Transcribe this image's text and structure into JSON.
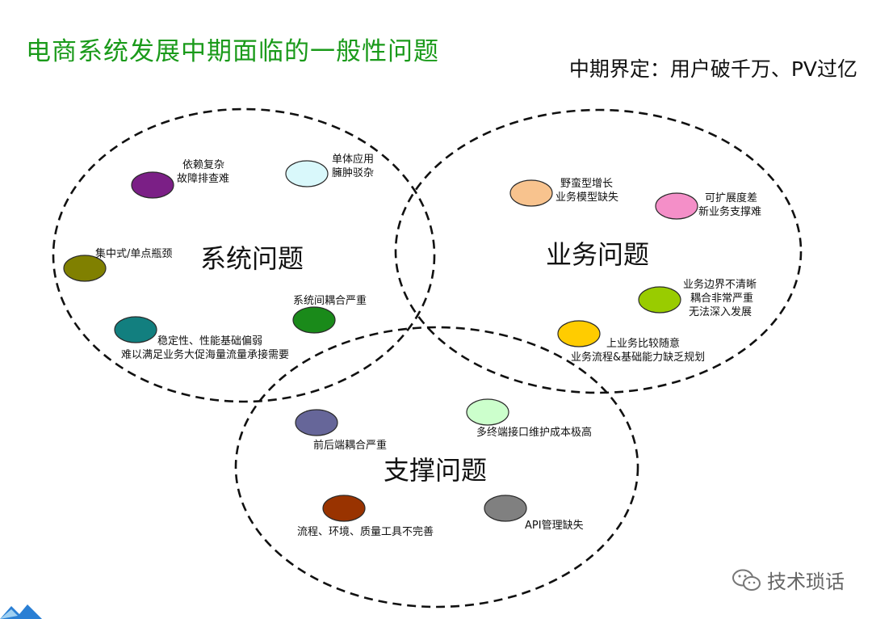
{
  "title": "电商系统发展中期面临的一般性问题",
  "subtitle": "中期界定：用户破千万、PV过亿",
  "watermark": "技术琐话",
  "groups": [
    {
      "id": "system",
      "label": "系统问题"
    },
    {
      "id": "business",
      "label": "业务问题"
    },
    {
      "id": "support",
      "label": "支撑问题"
    }
  ],
  "items": [
    {
      "group": "system",
      "color": "#7b1f86",
      "lines": [
        "依赖复杂",
        "故障排查难"
      ]
    },
    {
      "group": "system",
      "color": "#d9f8fb",
      "lines": [
        "单体应用",
        "臃肿驳杂"
      ]
    },
    {
      "group": "system",
      "color": "#808000",
      "lines": [
        "集中式/单点瓶颈"
      ]
    },
    {
      "group": "system",
      "color": "#1a8a1a",
      "lines": [
        "系统间耦合严重"
      ]
    },
    {
      "group": "system",
      "color": "#127f7f",
      "lines": [
        "稳定性、性能基础偏弱",
        "难以满足业务大促海量流量承接需要"
      ]
    },
    {
      "group": "business",
      "color": "#f8c38e",
      "lines": [
        "野蛮型增长",
        "业务模型缺失"
      ]
    },
    {
      "group": "business",
      "color": "#f48fc8",
      "lines": [
        "可扩展度差",
        "新业务支撑难"
      ]
    },
    {
      "group": "business",
      "color": "#99cc00",
      "lines": [
        "业务边界不清晰",
        "耦合非常严重",
        "无法深入发展"
      ]
    },
    {
      "group": "business",
      "color": "#ffcc00",
      "lines": [
        "上业务比较随意",
        "业务流程&基础能力缺乏规划"
      ]
    },
    {
      "group": "support",
      "color": "#666699",
      "lines": [
        "前后端耦合严重"
      ]
    },
    {
      "group": "support",
      "color": "#ccffcc",
      "lines": [
        "多终端接口维护成本极高"
      ]
    },
    {
      "group": "support",
      "color": "#993300",
      "lines": [
        "流程、环境、质量工具不完善"
      ]
    },
    {
      "group": "support",
      "color": "#808080",
      "lines": [
        "API管理缺失"
      ]
    }
  ]
}
